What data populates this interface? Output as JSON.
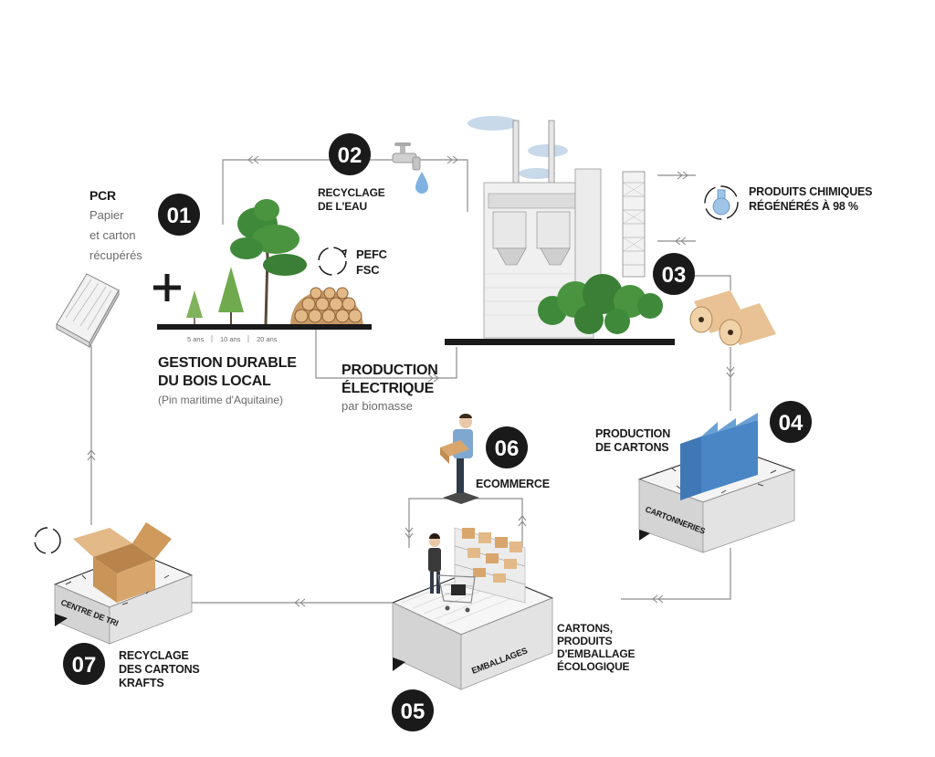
{
  "steps": [
    {
      "num": "01"
    },
    {
      "num": "02"
    },
    {
      "num": "03"
    },
    {
      "num": "04"
    },
    {
      "num": "05"
    },
    {
      "num": "06"
    },
    {
      "num": "07"
    }
  ],
  "pcr": {
    "title": "PCR",
    "line1": "Papier",
    "line2": "et carton",
    "line3": "récupérés"
  },
  "water": {
    "line1": "RECYCLAGE",
    "line2": "DE L'EAU"
  },
  "cert": {
    "line1": "PEFC",
    "line2": "FSC"
  },
  "ages": {
    "a": "5 ans",
    "b": "10 ans",
    "c": "20 ans"
  },
  "forest": {
    "line1": "GESTION DURABLE",
    "line2": "DU BOIS LOCAL",
    "sub": "(Pin maritime d'Aquitaine)"
  },
  "energy": {
    "line1": "PRODUCTION",
    "line2": "ÉLECTRIQUE",
    "sub": "par biomasse"
  },
  "chemicals": {
    "line1": "PRODUITS CHIMIQUES",
    "line2": "RÉGÉNÉRÉS À 98 %"
  },
  "boxes": {
    "line1": "PRODUCTION",
    "line2": "DE CARTONS",
    "platform": "CARTONNERIES"
  },
  "ecommerce": {
    "label": "ECOMMERCE"
  },
  "packaging": {
    "platform": "EMBALLAGES",
    "line1": "CARTONS,",
    "line2": "PRODUITS",
    "line3": "D'EMBALLAGE",
    "line4": "ÉCOLOGIQUE"
  },
  "sorting": {
    "platform": "CENTRE DE TRI",
    "line1": "RECYCLAGE",
    "line2": "DES CARTONS",
    "line3": "KRAFTS"
  },
  "colors": {
    "badge": "#1a1a1a",
    "tree": "#3f8a3a",
    "box_blue": "#4a86c5",
    "kraft": "#d8a66d",
    "roll": "#e8c294",
    "water_drop": "#7fb2e0"
  }
}
